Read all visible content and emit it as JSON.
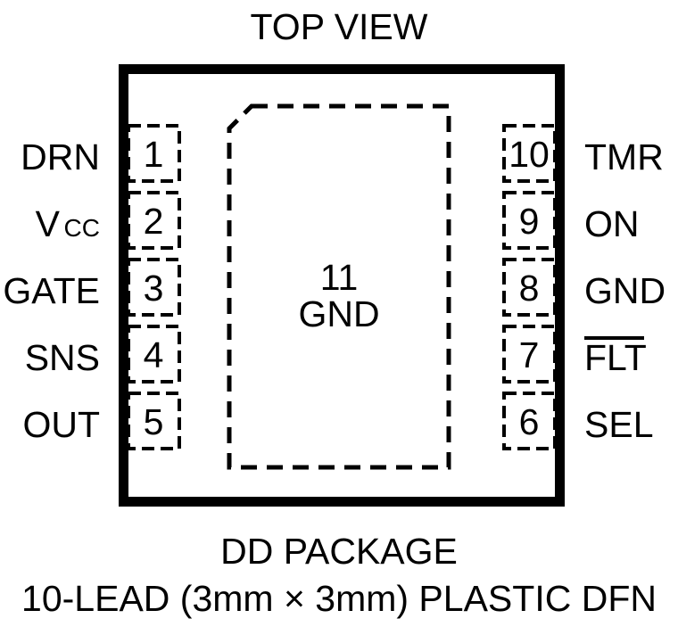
{
  "title": "TOP VIEW",
  "caption": {
    "line1": "DD PACKAGE",
    "line2": "10-LEAD (3mm × 3mm) PLASTIC DFN"
  },
  "package": {
    "exposed_pad": {
      "number": "11",
      "name": "GND"
    }
  },
  "pins": {
    "left": [
      {
        "number": "1",
        "label": "DRN",
        "subscript": "",
        "overbar": false
      },
      {
        "number": "2",
        "label": "V",
        "subscript": "CC",
        "overbar": false
      },
      {
        "number": "3",
        "label": "GATE",
        "subscript": "",
        "overbar": false
      },
      {
        "number": "4",
        "label": "SNS",
        "subscript": "",
        "overbar": false
      },
      {
        "number": "5",
        "label": "OUT",
        "subscript": "",
        "overbar": false
      }
    ],
    "right": [
      {
        "number": "10",
        "label": "TMR",
        "subscript": "",
        "overbar": false
      },
      {
        "number": "9",
        "label": "ON",
        "subscript": "",
        "overbar": false
      },
      {
        "number": "8",
        "label": "GND",
        "subscript": "",
        "overbar": false
      },
      {
        "number": "7",
        "label": "FLT",
        "subscript": "",
        "overbar": true
      },
      {
        "number": "6",
        "label": "SEL",
        "subscript": "",
        "overbar": false
      }
    ]
  },
  "colors": {
    "ink": "#000000",
    "paper": "#ffffff"
  }
}
